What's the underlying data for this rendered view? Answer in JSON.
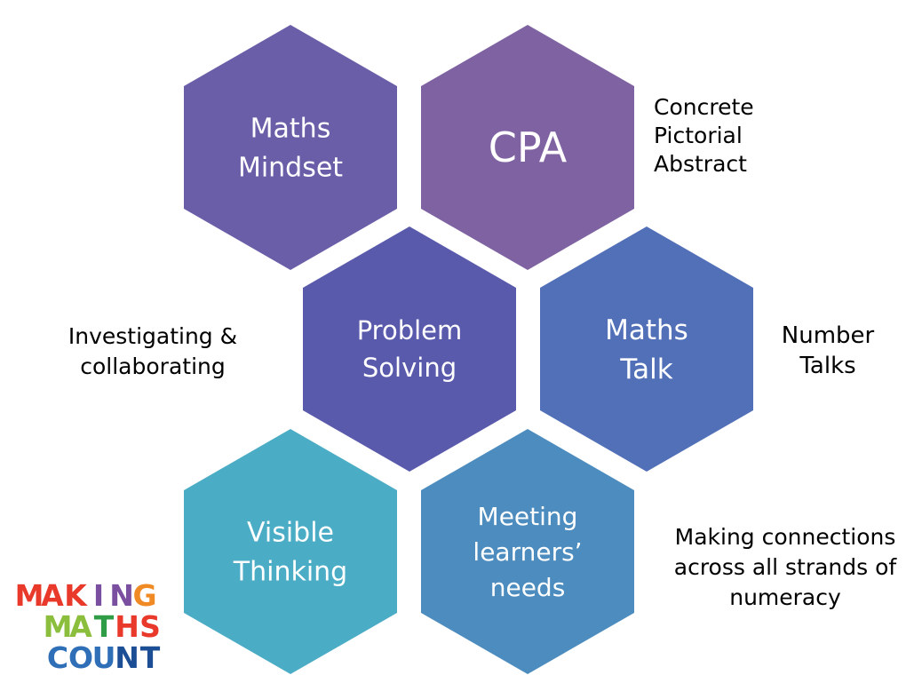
{
  "hexagons": [
    {
      "id": "maths-mindset",
      "lines": [
        "Maths",
        "Mindset"
      ],
      "color": "#6B5EA8"
    },
    {
      "id": "cpa",
      "lines": [
        "CPA"
      ],
      "color": "#7F62A1"
    },
    {
      "id": "problem-solving",
      "lines": [
        "Problem",
        "Solving"
      ],
      "color": "#5A5AAD"
    },
    {
      "id": "maths-talk",
      "lines": [
        "Maths",
        "Talk"
      ],
      "color": "#5270B8"
    },
    {
      "id": "visible-thinking",
      "lines": [
        "Visible",
        "Thinking"
      ],
      "color": "#4BACC6"
    },
    {
      "id": "meeting-learners-needs",
      "lines": [
        "Meeting",
        "learners’",
        "needs"
      ],
      "color": "#4D8CBE"
    }
  ],
  "notes": [
    {
      "id": "cpa-note",
      "lines": [
        "Concrete",
        "Pictorial",
        "Abstract"
      ]
    },
    {
      "id": "problem-solving-note",
      "lines": [
        "Investigating &",
        "collaborating"
      ]
    },
    {
      "id": "maths-talk-note",
      "lines": [
        "Number",
        "Talks"
      ]
    },
    {
      "id": "meeting-needs-note",
      "lines": [
        "Making connections",
        "across all strands of",
        "numeracy"
      ]
    }
  ],
  "logo": {
    "lines": [
      {
        "letters": [
          {
            "char": "M",
            "color": "#E8392B"
          },
          {
            "char": "A",
            "color": "#E8392B"
          },
          {
            "char": "K",
            "color": "#E8392B"
          },
          {
            "char": "I",
            "color": "#7B4FA0"
          },
          {
            "char": "N",
            "color": "#7B4FA0"
          },
          {
            "char": "G",
            "color": "#F08A24"
          }
        ]
      },
      {
        "letters": [
          {
            "char": "M",
            "color": "#8BBE3C"
          },
          {
            "char": "A",
            "color": "#8BBE3C"
          },
          {
            "char": "T",
            "color": "#2E9D46"
          },
          {
            "char": "H",
            "color": "#E8392B"
          },
          {
            "char": "S",
            "color": "#E8392B"
          }
        ]
      },
      {
        "letters": [
          {
            "char": "C",
            "color": "#2F6FB7"
          },
          {
            "char": "O",
            "color": "#2F6FB7"
          },
          {
            "char": "U",
            "color": "#2F6FB7"
          },
          {
            "char": "N",
            "color": "#1B4E95"
          },
          {
            "char": "T",
            "color": "#1B4E95"
          }
        ]
      }
    ]
  }
}
